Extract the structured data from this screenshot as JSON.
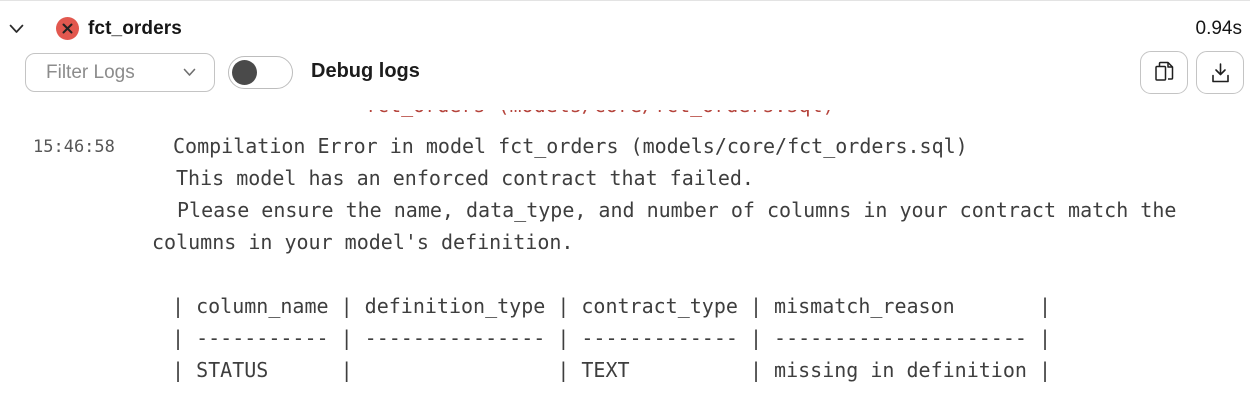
{
  "header": {
    "model_name": "fct_orders",
    "duration": "0.94s",
    "status": "error"
  },
  "toolbar": {
    "filter_label": "Filter Logs",
    "debug_toggle_label": "Debug logs",
    "debug_toggle_state": "off",
    "copy_button": "copy-logs",
    "download_button": "download-logs"
  },
  "log": {
    "scrolled_remnant": "fct_orders (models/core/fct_orders.sql)",
    "timestamp": "15:46:58",
    "lines": [
      "Compilation Error in model fct_orders (models/core/fct_orders.sql)",
      "This model has an enforced contract that failed.",
      "Please ensure the name, data_type, and number of columns in your contract match the",
      "columns in your model's definition.",
      "| column_name | definition_type | contract_type | mismatch_reason       |",
      "| ----------- | --------------- | ------------- | --------------------- |",
      "| STATUS      |                 | TEXT          | missing in definition |"
    ]
  },
  "colors": {
    "error_badge": "#e2584f",
    "error_text": "#b5443c",
    "log_text": "#3e3e3e",
    "muted_label": "#8c8c8c",
    "toggle_knob": "#4a4a4a",
    "border": "#c4c4c4"
  }
}
